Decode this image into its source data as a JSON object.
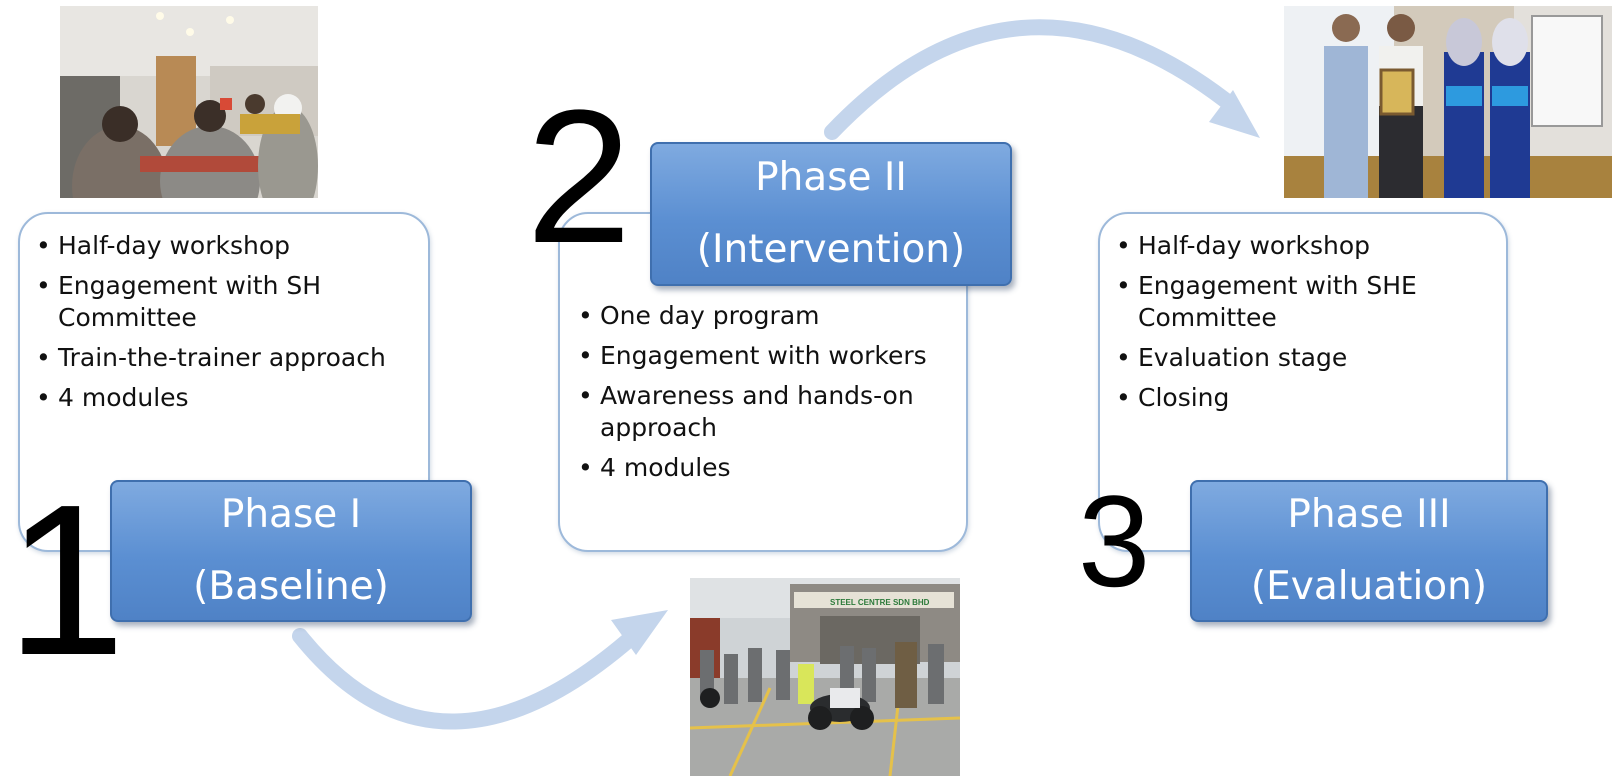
{
  "phases": [
    {
      "number": "1",
      "title": "Phase I",
      "subtitle": "(Baseline)",
      "items": [
        "Half-day workshop",
        "Engagement with SH Committee",
        "Train-the-trainer approach",
        "4 modules"
      ]
    },
    {
      "number": "2",
      "title": "Phase II",
      "subtitle": "(Intervention)",
      "items": [
        "One day program",
        "Engagement with workers",
        "Awareness and hands-on approach",
        "4 modules"
      ]
    },
    {
      "number": "3",
      "title": "Phase III",
      "subtitle": "(Evaluation)",
      "items": [
        "Half-day workshop",
        "Engagement with SHE Committee",
        "Evaluation stage",
        "Closing"
      ]
    }
  ],
  "photos": {
    "building_sign": "STEEL CENTRE SDN BHD"
  },
  "colors": {
    "phase_box": "#5b8fd2",
    "phase_border": "#3f6fae",
    "box_border": "#9db9da",
    "arrow": "#c4d5ec"
  }
}
